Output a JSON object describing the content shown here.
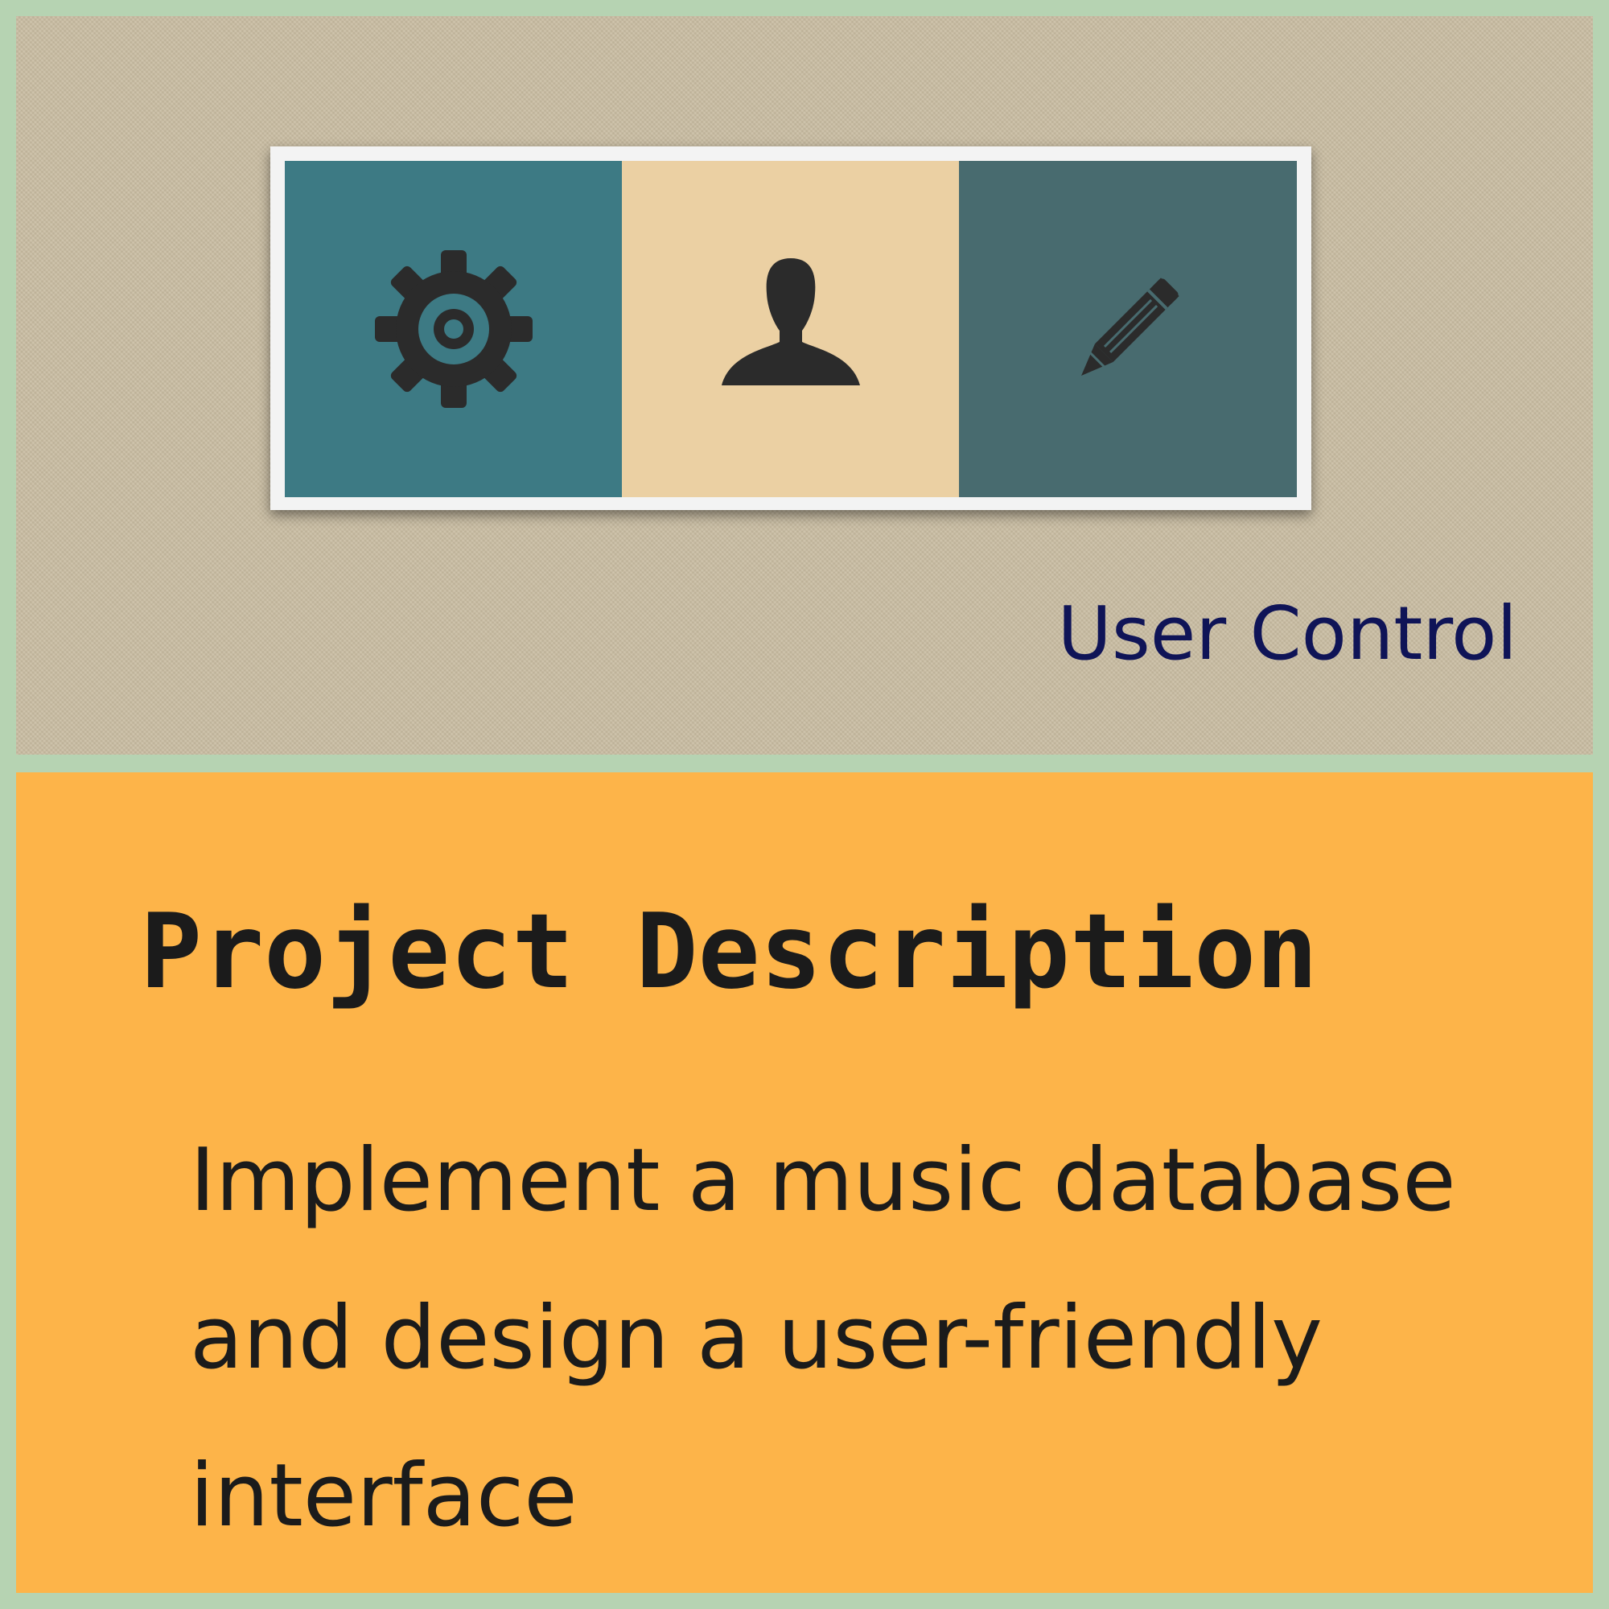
{
  "colors": {
    "page_border": "#b6d3b2",
    "top_panel": "#c9bda2",
    "bottom_panel": "#fdb449",
    "tile_settings": "#3d7a84",
    "tile_user": "#ebd0a3",
    "tile_edit": "#486b6f",
    "icon": "#2b2b2b",
    "title_text": "#0f1457"
  },
  "toolbar": {
    "tiles": [
      {
        "id": "settings",
        "icon": "gear-icon"
      },
      {
        "id": "user",
        "icon": "person-icon"
      },
      {
        "id": "edit",
        "icon": "pencil-icon"
      }
    ]
  },
  "top_panel": {
    "title": "User Control"
  },
  "bottom_panel": {
    "heading": "Project Description",
    "description": "Implement a music database and design a user-friendly interface"
  }
}
